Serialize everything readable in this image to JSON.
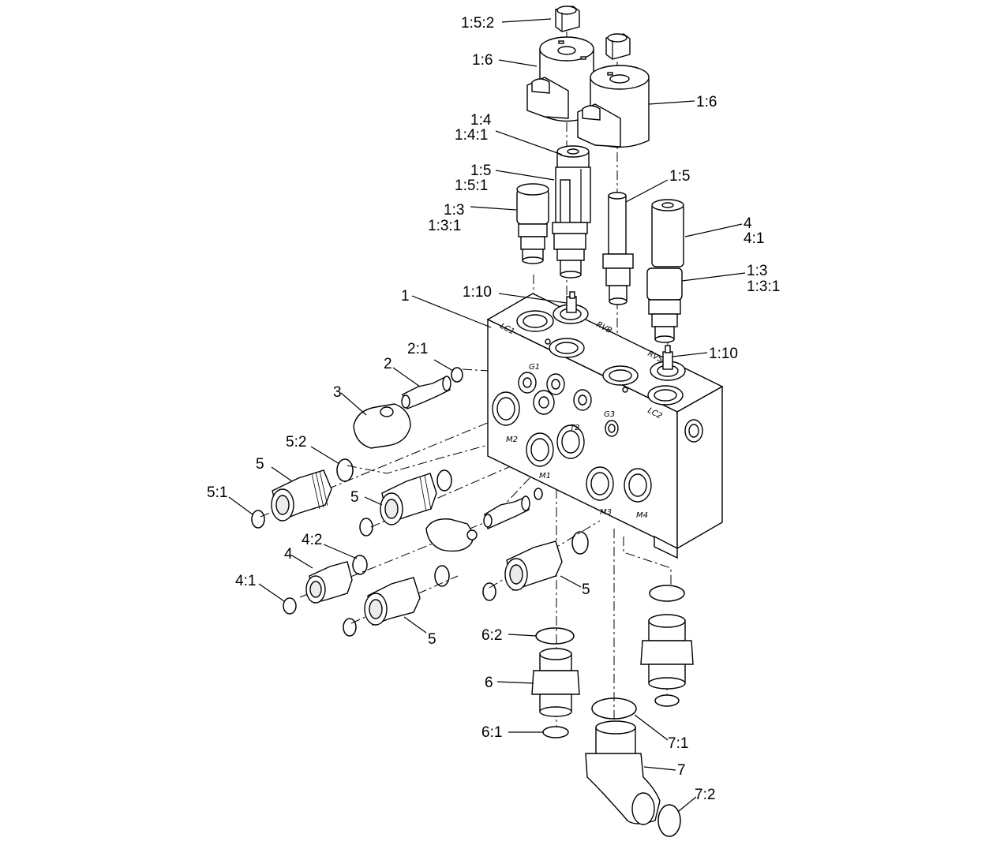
{
  "callouts": {
    "c152": "1:5:2",
    "c16a": "1:6",
    "c16b": "1:6",
    "c14": "1:4",
    "c141": "1:4:1",
    "c15a": "1:5",
    "c151": "1:5:1",
    "c15b": "1:5",
    "c13a": "1:3",
    "c131a": "1:3:1",
    "c4": "4",
    "c41a": "4:1",
    "c13b": "1:3",
    "c131b": "1:3:1",
    "c110a": "1:10",
    "c1": "1",
    "c110b": "1:10",
    "c21": "2:1",
    "c2": "2",
    "c3": "3",
    "c52": "5:2",
    "c5a": "5",
    "c51": "5:1",
    "c5b": "5",
    "c42": "4:2",
    "c4b": "4",
    "c41b": "4:1",
    "c5c": "5",
    "c5d": "5",
    "c62": "6:2",
    "c6": "6",
    "c61": "6:1",
    "c71": "7:1",
    "c7": "7",
    "c72": "7:2"
  },
  "ports": {
    "lc1": "LC1",
    "rvb": "RVB",
    "rvs": "RVS",
    "lc2": "LC2",
    "g1": "G1",
    "g3": "G3",
    "t2": "T2",
    "m1": "M1",
    "m2": "M2",
    "m3": "M3",
    "m4": "M4"
  }
}
